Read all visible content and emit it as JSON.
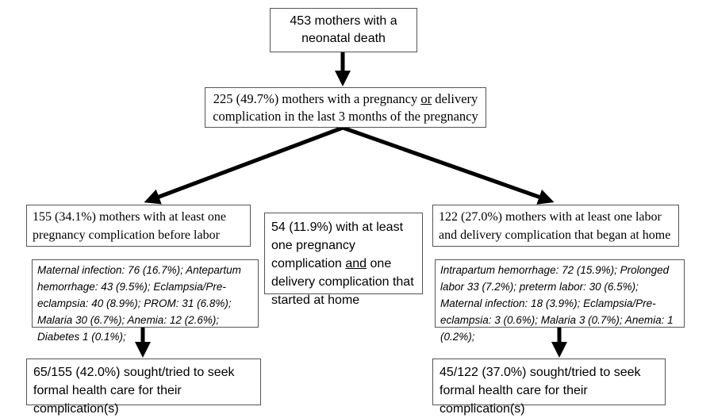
{
  "top": {
    "line1": "453 mothers with a",
    "line2": "neonatal death"
  },
  "second": {
    "pre": "225 (49.7%) mothers with a pregnancy ",
    "or": "or",
    "post": " delivery complication in the last 3 months of the pregnancy"
  },
  "left": {
    "header": "155 (34.1%) mothers with at least one pregnancy complication before labor",
    "details": "Maternal infection: 76 (16.7%); Antepartum hemorrhage: 43 (9.5%); Eclampsia/Pre-eclampsia: 40 (8.9%); PROM: 31 (6.8%); Malaria 30 (6.7%); Anemia: 12 (2.6%); Diabetes 1 (0.1%);",
    "outcome": "65/155 (42.0%) sought/tried to seek formal health care for their complication(s)"
  },
  "middle": {
    "pre": "54 (11.9%) with at least one pregnancy complication ",
    "and": "and",
    "post": " one delivery complication that started at home"
  },
  "right": {
    "header": "122 (27.0%) mothers with at least one labor and delivery complication that began at home",
    "details": "Intrapartum hemorrhage: 72 (15.9%); Prolonged labor 33 (7.2%); preterm labor: 30 (6.5%); Maternal infection: 18 (3.9%); Eclampsia/Pre-eclampsia: 3 (0.6%); Malaria 3 (0.7%); Anemia: 1 (0.2%);",
    "outcome": "45/122 (37.0%) sought/tried to seek formal health care for their complication(s)"
  }
}
